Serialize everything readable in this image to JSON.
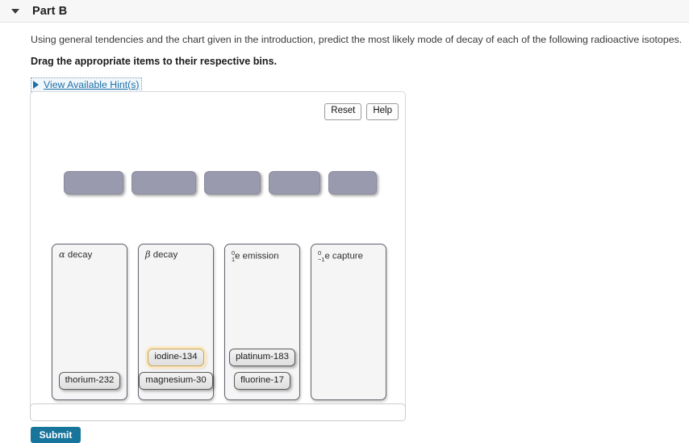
{
  "header": {
    "caret_icon": "triangle-down-icon",
    "title": "Part B"
  },
  "prompt": {
    "line1": "Using general tendencies and the chart given in the introduction, predict the most likely mode of decay of each of the following radioactive isotopes.",
    "line2": "Drag the appropriate items to their respective bins."
  },
  "hint": {
    "caret_icon": "triangle-right-icon",
    "label": "View Available Hint(s)"
  },
  "toolbar": {
    "reset_label": "Reset",
    "help_label": "Help"
  },
  "slots": {
    "count": 5,
    "widths": [
      72,
      78,
      68,
      62,
      58
    ]
  },
  "bins": [
    {
      "id": "alpha-decay",
      "label_prefix": "",
      "label_symbol": "α",
      "label_sup": "",
      "label_sub": "",
      "label_text": " decay",
      "items": [
        {
          "name": "thorium-232",
          "selected": false
        }
      ]
    },
    {
      "id": "beta-decay",
      "label_prefix": "",
      "label_symbol": "β",
      "label_sup": "",
      "label_sub": "",
      "label_text": " decay",
      "items": [
        {
          "name": "magnesium-30",
          "selected": false
        },
        {
          "name": "iodine-134",
          "selected": true
        }
      ]
    },
    {
      "id": "positron-emission",
      "label_prefix": "",
      "label_symbol": "",
      "label_sup": "0",
      "label_sub": "1",
      "label_text": "e emission",
      "items": [
        {
          "name": "fluorine-17",
          "selected": false
        },
        {
          "name": "platinum-183",
          "selected": false
        }
      ]
    },
    {
      "id": "electron-capture",
      "label_prefix": "",
      "label_symbol": "",
      "label_sup": "0",
      "label_sub": "−1",
      "label_text": "e capture",
      "items": []
    }
  ],
  "submit": {
    "label": "Submit"
  },
  "colors": {
    "link": "#1b6fa8",
    "submit_bg": "#17749b",
    "slot_fill": "#9a9aae",
    "selected_ring": "#fbe9c4",
    "bin_border": "#63636e"
  }
}
